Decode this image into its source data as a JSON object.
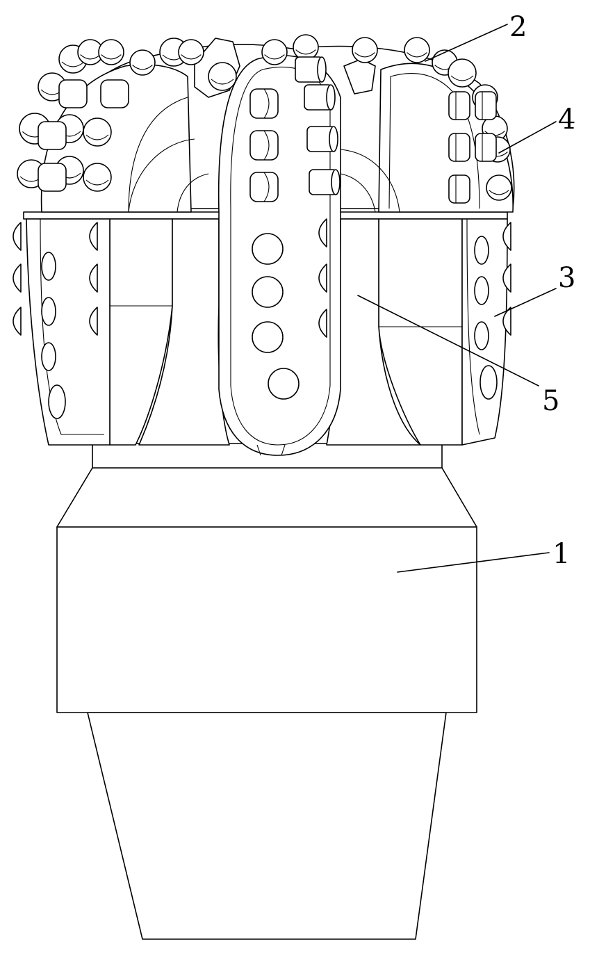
{
  "figure": {
    "labels": [
      {
        "id": "label-1",
        "text": "1"
      },
      {
        "id": "label-2",
        "text": "2"
      },
      {
        "id": "label-3",
        "text": "3"
      },
      {
        "id": "label-4",
        "text": "4"
      },
      {
        "id": "label-5",
        "text": "5"
      }
    ]
  },
  "colors": {
    "stroke": "#000000",
    "background": "#ffffff"
  }
}
